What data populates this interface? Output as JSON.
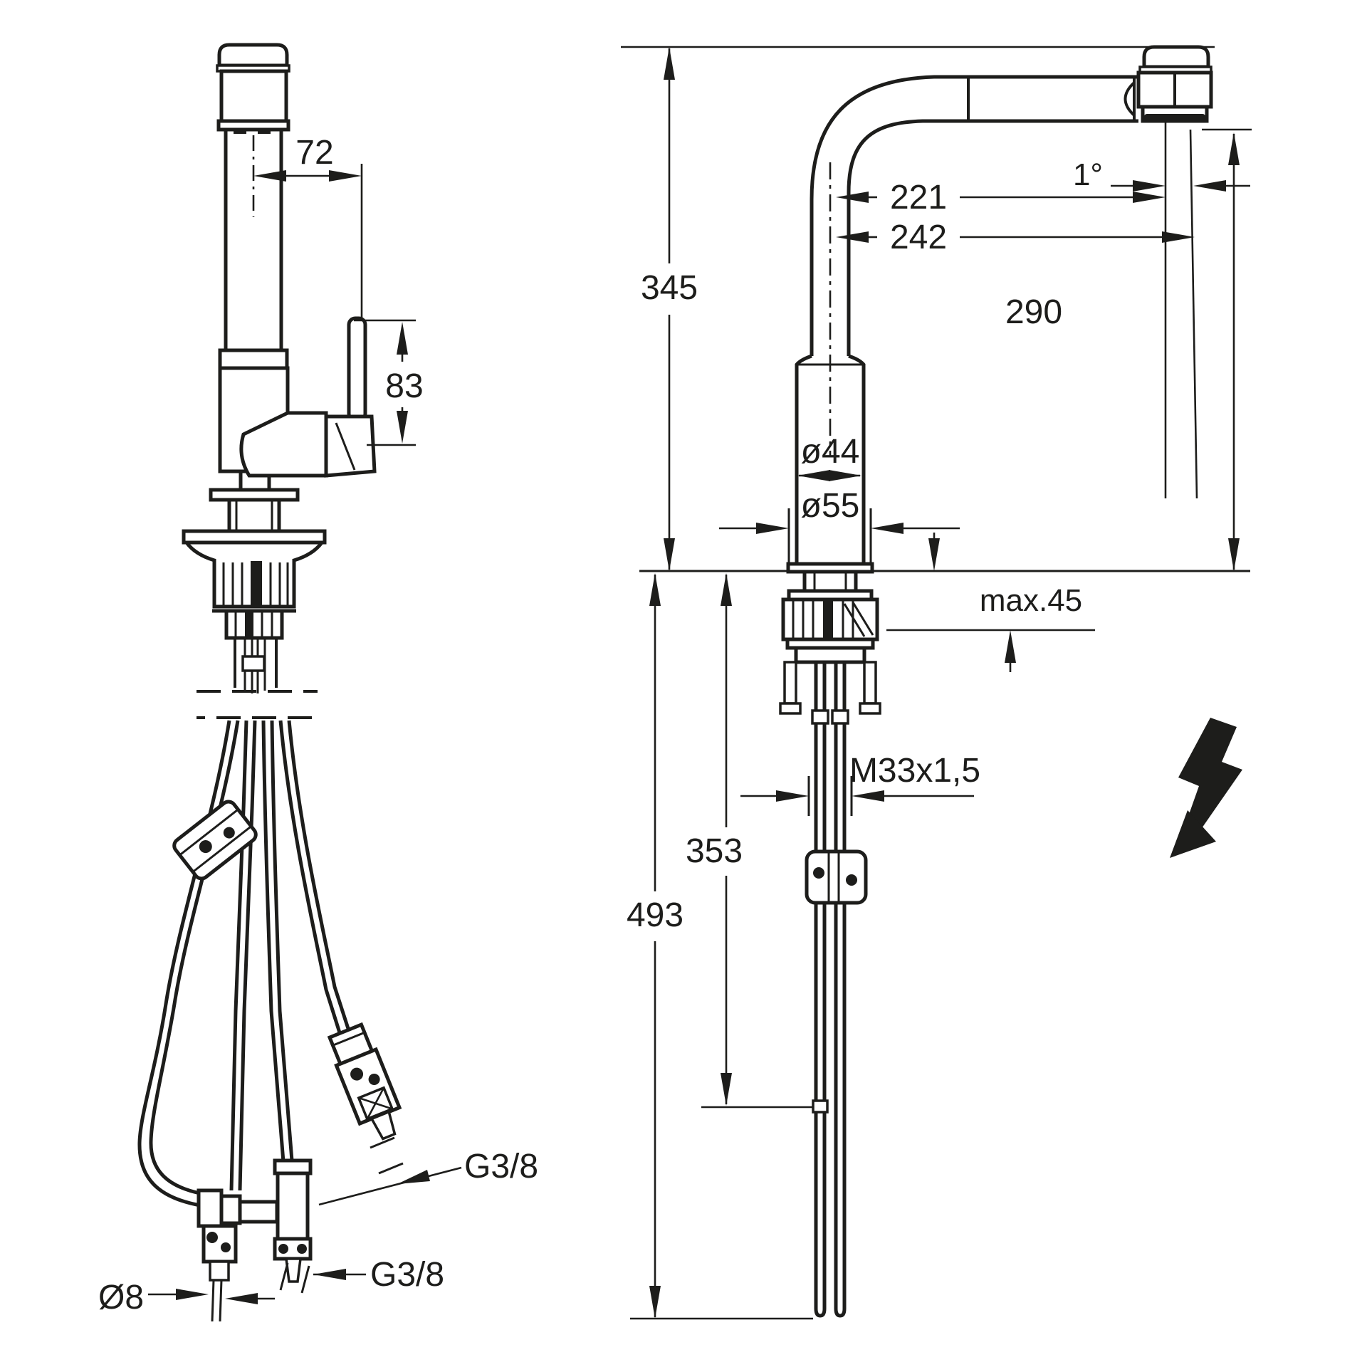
{
  "drawing": {
    "left_view": {
      "dim_spout_offset": "72",
      "dim_handle_length": "83",
      "thread_upper": "G3/8",
      "thread_lower": "G3/8",
      "hose_diameter": "Ø8"
    },
    "right_view": {
      "dim_height_above_deck": "345",
      "dim_spout_angle": "1°",
      "dim_reach_outlet": "221",
      "dim_reach_total": "242",
      "dim_outlet_height": "290",
      "dim_body_diameter": "ø44",
      "dim_base_diameter": "ø55",
      "dim_deck_thickness_max": "max.45",
      "dim_shank_thread": "M33x1,5",
      "dim_hose_connect_length": "353",
      "dim_hose_total_length": "493"
    },
    "icons": {
      "electrical": "lightning-bolt"
    },
    "colors": {
      "line": "#1d1d1b",
      "background": "#ffffff"
    }
  }
}
